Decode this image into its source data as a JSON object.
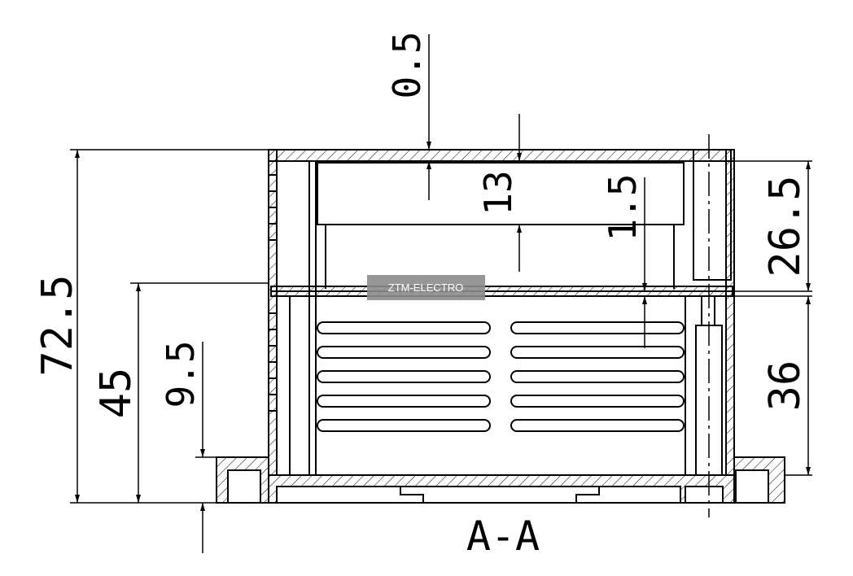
{
  "section_label": "A-A",
  "watermark": "ZTM-ELECTRO",
  "dimensions": {
    "overall_height": "72.5",
    "lower_height": "45",
    "base_height": "9.5",
    "wall_thickness": "0.5",
    "top_gap": "13",
    "small_gap": "1.5",
    "upper_right": "26.5",
    "lower_right": "36"
  }
}
